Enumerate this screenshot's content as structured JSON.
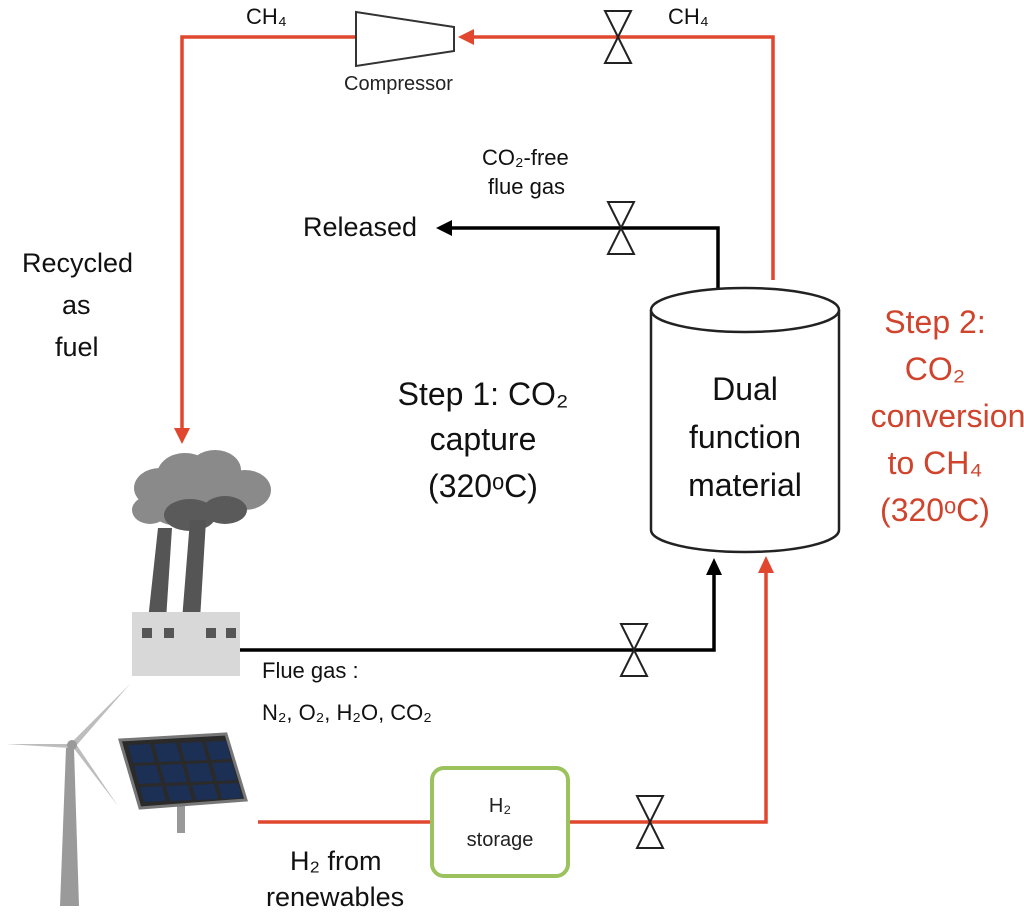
{
  "diagram": {
    "labels": {
      "ch4_left": "CH₄",
      "ch4_right": "CH₄",
      "compressor": "Compressor",
      "co2_free_1": "CO₂-free",
      "co2_free_2": "flue gas",
      "released": "Released",
      "recycled_1": "Recycled",
      "recycled_2": "as",
      "recycled_3": "fuel",
      "step1_1": "Step 1: CO₂",
      "step1_2": "capture",
      "step1_3": "(320ᵒC)",
      "dfm_1": "Dual",
      "dfm_2": "function",
      "dfm_3": "material",
      "step2_1": "Step 2:",
      "step2_2": "CO₂",
      "step2_3": "conversion",
      "step2_4": "to CH₄",
      "step2_5": "(320ᵒC)",
      "flue_gas_1": "Flue gas :",
      "flue_gas_2": "N₂, O₂, H₂O, CO₂",
      "h2_storage_1": "H₂",
      "h2_storage_2": "storage",
      "h2_renew_1": "H₂ from",
      "h2_renew_2": "renewables"
    },
    "colors": {
      "red_flow": "#e0472e",
      "red_text": "#d0442d",
      "black_flow": "#000000",
      "storage_border": "#9bc25c",
      "smoke": "#8a8a8a",
      "factory": "#d8d8d8",
      "panel": "#1c2f55"
    },
    "icons": {
      "compressor": "compressor-icon",
      "valve": "valve-icon",
      "factory": "factory-icon",
      "wind_turbine": "wind-turbine-icon",
      "solar_panel": "solar-panel-icon",
      "reactor": "reactor-cylinder-icon"
    }
  }
}
